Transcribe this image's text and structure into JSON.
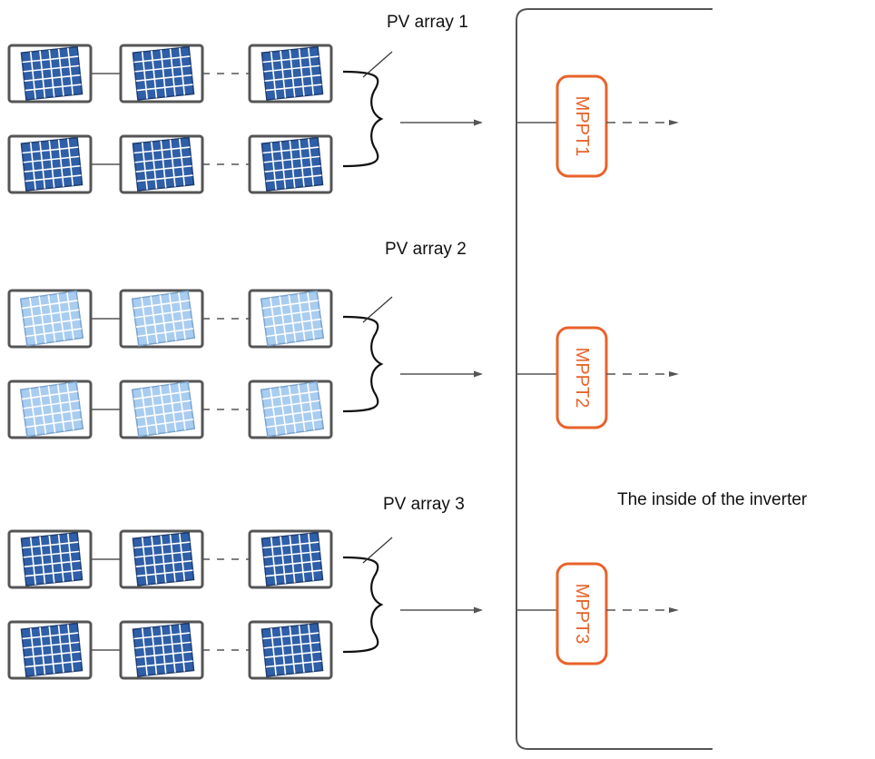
{
  "arrays": [
    {
      "label": "PV array 1",
      "mppt": "MPPT1",
      "cell_color": "#2f5fa8",
      "grid_color": "#ffffff",
      "dark": true
    },
    {
      "label": "PV array 2",
      "mppt": "MPPT2",
      "cell_color": "#a9cdf0",
      "grid_color": "#ffffff",
      "dark": false
    },
    {
      "label": "PV array 3",
      "mppt": "MPPT3",
      "cell_color": "#2f5fa8",
      "grid_color": "#ffffff",
      "dark": true
    }
  ],
  "inverter_label": "The inside of the inverter",
  "colors": {
    "mppt_border": "#e8632a",
    "mppt_text": "#e8632a",
    "frame": "#555555",
    "wire": "#555555"
  },
  "icons": [
    "solar-panel-icon",
    "arrow-right-icon",
    "brace-icon"
  ]
}
